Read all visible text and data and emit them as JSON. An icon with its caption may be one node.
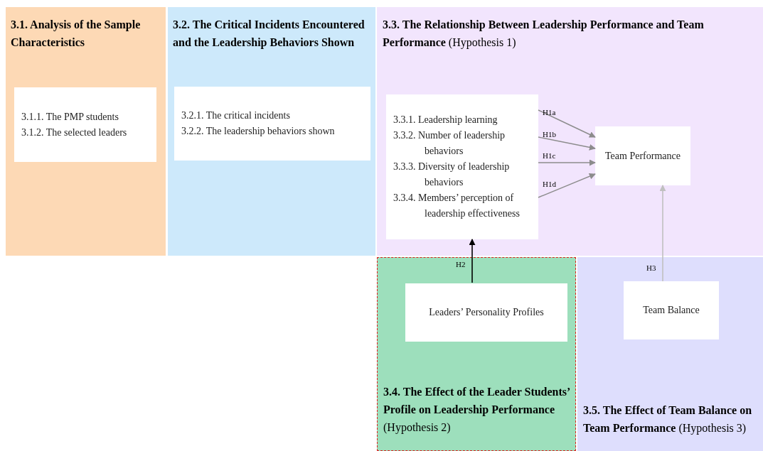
{
  "diagram": {
    "nodes": [
      {
        "text": [
          "3.1. Analysis of the Sample Characteristics"
        ]
      },
      {
        "text": [
          "3.1.1. The PMP students",
          "3.1.2. The selected leaders"
        ],
        "in": 0
      },
      {
        "text": [
          "3.2. The Critical Incidents Encountered and the Leadership Behaviors Shown"
        ]
      },
      {
        "text": [
          "3.2.1. The critical incidents",
          "3.2.2. The leadership behaviors shown"
        ],
        "in": 2
      },
      {
        "text": [
          "**3.3. The Relationship Between Leadership Performance and Team Performance** (Hypothesis 1)"
        ]
      },
      {
        "text": [
          "3.3.1. Leadership learning",
          "3.3.2. Number of leadership behaviors",
          "3.3.3. Diversity of leadership behaviors",
          "3.3.4. Members’ perception of leadership effectiveness"
        ],
        "in": 4
      },
      {
        "text": [
          "Team Performance"
        ],
        "in": 4
      },
      {
        "text": [
          "**3.4. The Effect of the Leader Students’ Profile on Leadership Performance** (Hypothesis 2)"
        ]
      },
      {
        "text": [
          "Leaders’ Personality Profiles"
        ],
        "in": 7
      },
      {
        "text": [
          "**3.5. The Effect of Team Balance on Team Performance** (Hypothesis 3)"
        ]
      },
      {
        "text": [
          "Team Balance"
        ],
        "in": 9
      }
    ],
    "edges": [
      {
        "from": 5,
        "to": 6,
        "arrow": "to",
        "label": "H1a"
      },
      {
        "from": 5,
        "to": 6,
        "arrow": "to",
        "label": "H1b"
      },
      {
        "from": 5,
        "to": 6,
        "arrow": "to",
        "label": "H1c"
      },
      {
        "from": 5,
        "to": 6,
        "arrow": "to",
        "label": "H1d"
      },
      {
        "from": 8,
        "to": 5,
        "arrow": "to",
        "label": "H2",
        "color": "#000000"
      },
      {
        "from": 10,
        "to": 6,
        "arrow": "to",
        "label": "H3",
        "color": "#c0c0c0"
      }
    ]
  }
}
